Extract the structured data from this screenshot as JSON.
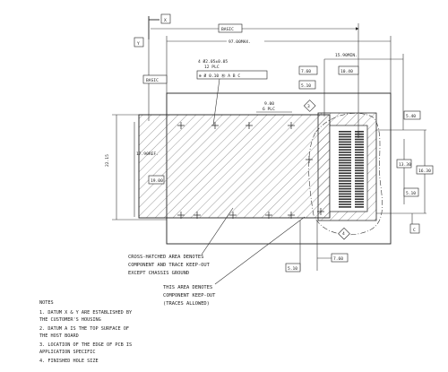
{
  "datums": {
    "x": "X",
    "y": "Y",
    "c": "C",
    "a": "A"
  },
  "dims": {
    "basic_top": "BASIC",
    "overall_width": "97.00MAX.",
    "basic_left": "BASIC",
    "hole_spec_1": "4 Ø2.05±0.05",
    "hole_spec_2": "12 PLC",
    "hole_fcf": "⊕ Ø 0.10 Ⓜ A B C",
    "dim_7_60_top": "7.60",
    "dim_15_90_min": "15.90MIN.",
    "dim_10_40": "10.40",
    "dim_5_10": "5.10",
    "dim_9_00": "9.00",
    "dim_6_plc": "6 PLC",
    "dim_5_40": "5.40",
    "dim_22_15": "22.15",
    "dim_17_90_ref": "17.90REF.",
    "dim_19_00": "19.00",
    "dim_13_30": "13.30",
    "dim_16_30": "16.30",
    "dim_5_10_right": "5.10",
    "dim_5_10_bottom": "5.10",
    "dim_7_60_bottom": "7.60",
    "detail_3": "3",
    "detail_4": "4"
  },
  "callouts": {
    "crosshatch_line1": "CROSS-HATCHED AREA DENOTES",
    "crosshatch_line2": "COMPONENT AND TRACE KEEP-OUT",
    "crosshatch_line3": "EXCEPT CHASSIS GROUND",
    "thin_line1": "THIS AREA DENOTES",
    "thin_line2": "COMPONENT KEEP-OUT",
    "thin_line3": "(TRACES ALLOWED)"
  },
  "notes": {
    "title": "NOTES",
    "n1a": "1. DATUM X & Y ARE ESTABLISHED BY",
    "n1b": "   THE CUSTOMER'S HOUSING",
    "n2a": "2. DATUM A IS THE TOP SURFACE OF",
    "n2b": "   THE HOST BOARD",
    "n3a": "3. LOCATION OF THE EDGE OF PCB IS",
    "n3b": "   APPLICATION SPECIFIC",
    "n4": "4. FINISHED HOLE SIZE"
  }
}
